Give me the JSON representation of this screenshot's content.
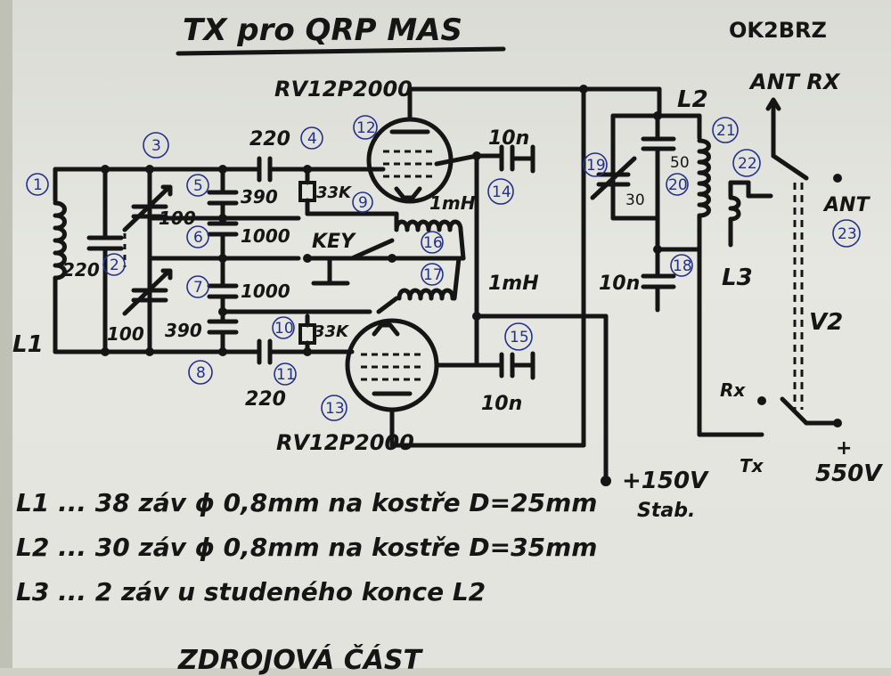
{
  "title": "TX pro QRP MAS",
  "callsign": "OK2BRZ",
  "tubes": {
    "upper": "RV12P2000",
    "lower": "RV12P2000"
  },
  "labels": {
    "c220_top": "220",
    "c390_top": "390",
    "r33k_top": "33K",
    "c1000_a": "1000",
    "key": "KEY",
    "c1000_b": "1000",
    "c390_bot": "390",
    "r33k_bot": "33K",
    "c220_bot": "220",
    "c100_a": "100",
    "c100_b": "100",
    "c220_l1": "220",
    "l1": "L1",
    "c10n_top": "10n",
    "c10n_bot": "10n",
    "c10n_mid": "10n",
    "rfc_top": "1mH",
    "rfc_mid": "1mH",
    "l2": "L2",
    "l3": "L3",
    "trim_top": "50",
    "trim_bot": "30",
    "ant_rx": "ANT RX",
    "ant": "ANT",
    "v2": "V2",
    "rx": "Rx",
    "tx": "Tx",
    "hv": "550V",
    "hv_plus": "+",
    "b_plus": "+150V",
    "stab": "Stab."
  },
  "numbers": [
    "1",
    "2",
    "3",
    "4",
    "5",
    "6",
    "7",
    "8",
    "9",
    "10",
    "11",
    "12",
    "13",
    "14",
    "15",
    "16",
    "17",
    "18",
    "19",
    "20",
    "21",
    "22",
    "23"
  ],
  "notes": [
    "L1 ... 38 záv ϕ 0,8mm na kostře D=25mm",
    "L2 ... 30 záv ϕ 0,8mm na kostře D=35mm",
    "L3 ... 2 záv u studeného konce L2"
  ],
  "footer": "ZDROJOVÁ ČÁST"
}
